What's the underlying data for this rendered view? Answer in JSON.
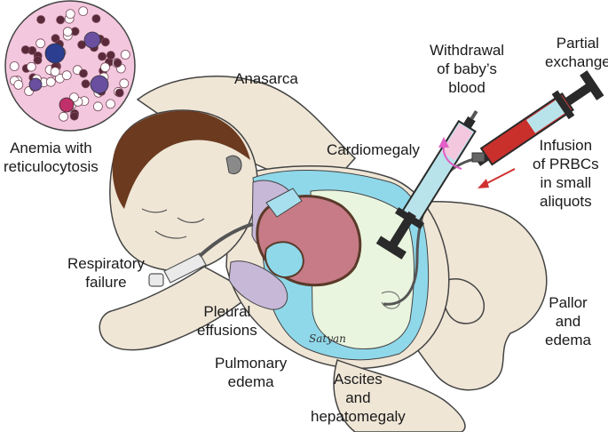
{
  "labels": {
    "anasarca": "Anasarca",
    "anemia": [
      "Anemia with",
      "reticulocytosis"
    ],
    "cardiomegaly": "Cardiomegaly",
    "withdrawal": [
      "Withdrawal",
      "of baby’s",
      "blood"
    ],
    "partial_exchange": [
      "Partial",
      "exchange"
    ],
    "infusion": [
      "Infusion",
      "of PRBCs",
      "in small",
      "aliquots"
    ],
    "respiratory": [
      "Respiratory",
      "failure"
    ],
    "pleural": [
      "Pleural",
      "effusions"
    ],
    "pulmonary": [
      "Pulmonary",
      "edema"
    ],
    "ascites": [
      "Ascites",
      "and",
      "hepatomegaly"
    ],
    "pallor": [
      "Pallor",
      "and",
      "edema"
    ]
  },
  "signature": "Satyan",
  "colors": {
    "skin": "#efe6d6",
    "skin_outline": "#444444",
    "hair": "#6b3a1f",
    "fluid": "#8fd8ea",
    "liver": "#e9f5df",
    "heart": "#c77b86",
    "lung": "#c7b8d8",
    "blood": "#c9302c",
    "smear_bg": "#f3c7de",
    "syringe_dark": "#2a2a2a",
    "syringe_body": "#b9e3ea",
    "arrow_pink": "#e060c8",
    "arrow_red": "#d03030"
  }
}
